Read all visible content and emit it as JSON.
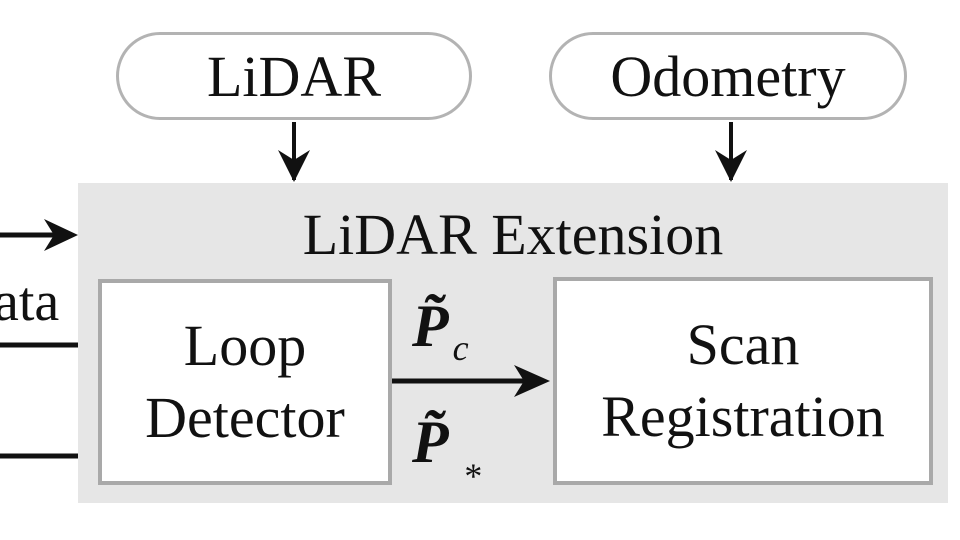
{
  "inputs": {
    "lidar": "LiDAR",
    "odometry": "Odometry"
  },
  "extension": {
    "title": "LiDAR Extension",
    "loop_detector": [
      "Loop",
      "Detector"
    ],
    "scan_registration": [
      "Scan",
      "Registration"
    ]
  },
  "left_edge_label": "ata",
  "edge_symbols": {
    "top": {
      "base": "P̃",
      "sub": "c"
    },
    "bottom": {
      "base": "P̃",
      "sub": "*"
    }
  },
  "colors": {
    "panel": "#e6e6e6",
    "box_border": "#a9a9a9",
    "line": "#111111"
  }
}
